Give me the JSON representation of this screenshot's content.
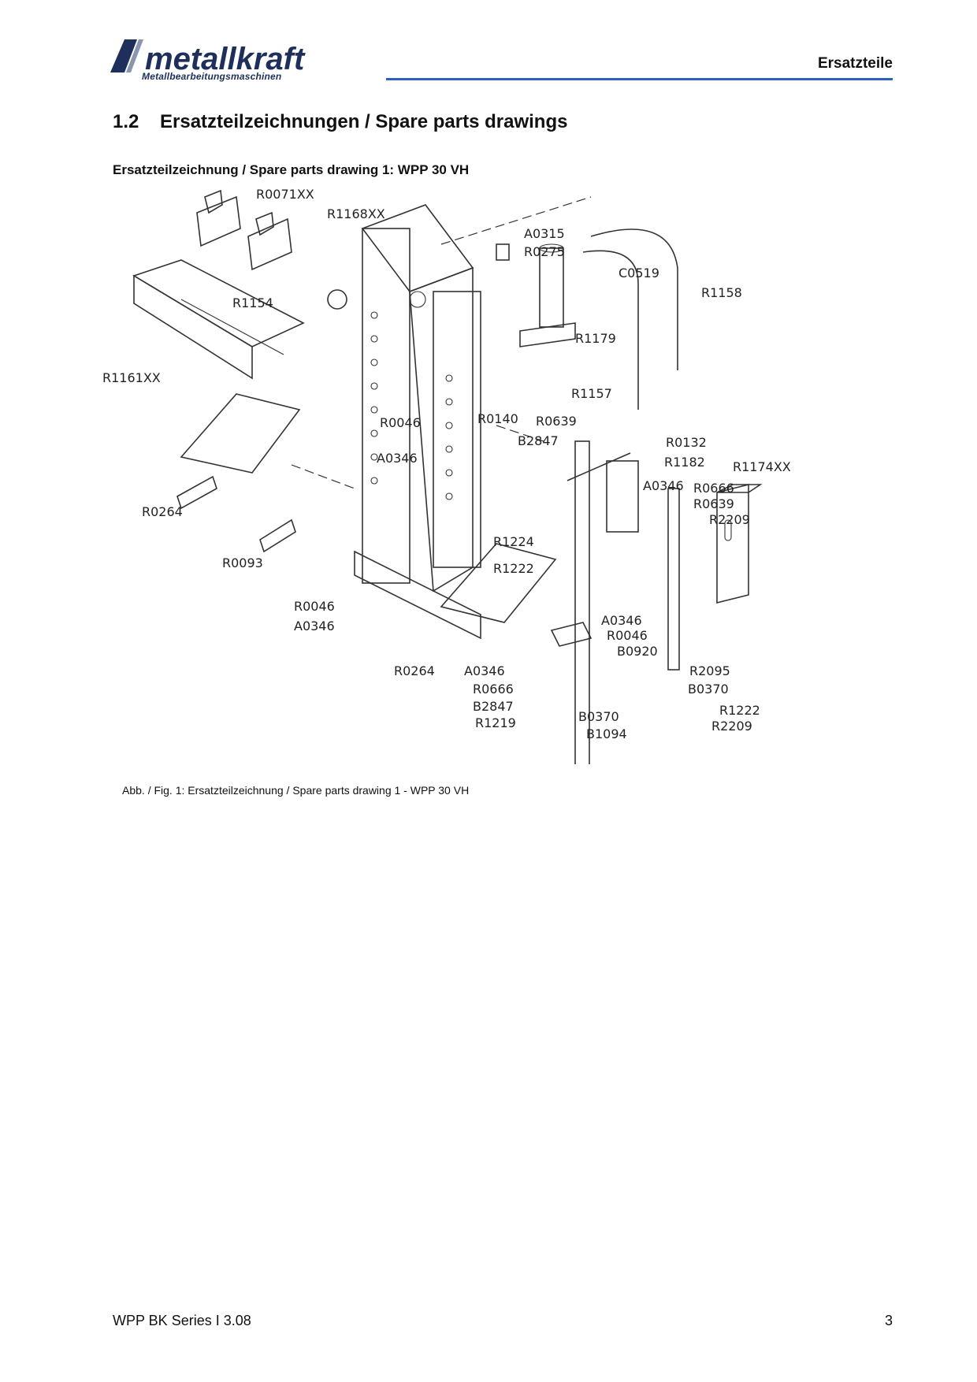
{
  "header": {
    "logo_text": "metallkraft",
    "logo_subtitle": "Metallbearbeitungsmaschinen",
    "section": "Ersatzteile"
  },
  "section": {
    "number": "1.2",
    "title": "Ersatzteilzeichnungen / Spare parts drawings"
  },
  "drawing_heading": "Ersatzteilzeichnung / Spare parts drawing 1: WPP 30 VH",
  "part_labels": {
    "R0071XX": "R0071XX",
    "R1168XX": "R1168XX",
    "A0315": "A0315",
    "R0275": "R0275",
    "C0519": "C0519",
    "R1158": "R1158",
    "R1154": "R1154",
    "R1179": "R1179",
    "R1161XX": "R1161XX",
    "R1157": "R1157",
    "R0140": "R0140",
    "R0639a": "R0639",
    "R0046a": "R0046",
    "A0346a": "A0346",
    "B2847a": "B2847",
    "R0132": "R0132",
    "R1182": "R1182",
    "R1174XX": "R1174XX",
    "A0346b": "A0346",
    "R0666a": "R0666",
    "R0639b": "R0639",
    "R2209a": "R2209",
    "R0264a": "R0264",
    "R1224": "R1224",
    "R1222a": "R1222",
    "R0093": "R0093",
    "R0046b": "R0046",
    "A0346c": "A0346",
    "A0346d": "A0346",
    "R0046c": "R0046",
    "B0920": "B0920",
    "R0264b": "R0264",
    "A0346e": "A0346",
    "R2095": "R2095",
    "R0666b": "R0666",
    "B0370a": "B0370",
    "B2847b": "B2847",
    "R1222b": "R1222",
    "B0370b": "B0370",
    "R1219": "R1219",
    "R2209b": "R2209",
    "B1094": "B1094"
  },
  "caption": "Abb. / Fig. 1: Ersatzteilzeichnung / Spare parts drawing 1 - WPP 30 VH",
  "footer": {
    "doc": "WPP BK Series I 3.08",
    "page": "3"
  }
}
